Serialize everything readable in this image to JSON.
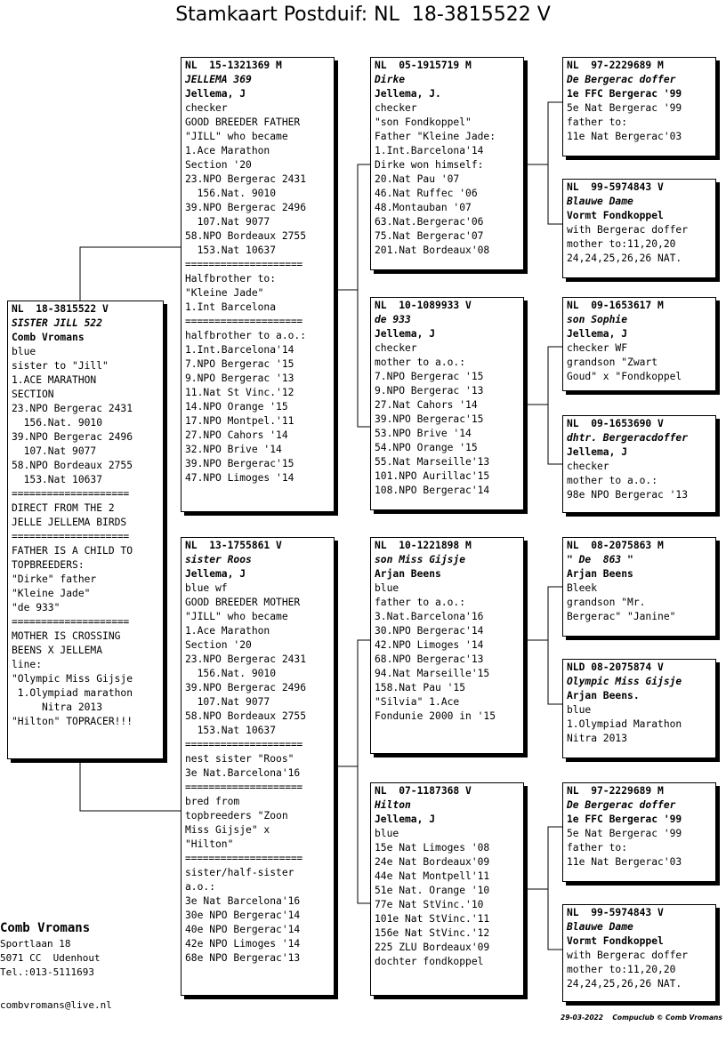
{
  "title": "Stamkaart Postduif: NL  18-3815522 V",
  "cards": {
    "subject": {
      "ring": "NL  18-3815522 V",
      "lines": [
        {
          "t": "SISTER JILL 522",
          "s": "bi"
        },
        {
          "t": "Comb Vromans",
          "s": "b"
        },
        {
          "t": "blue",
          "s": ""
        },
        {
          "t": "sister to \"Jill\"",
          "s": ""
        },
        {
          "t": "1.ACE MARATHON",
          "s": ""
        },
        {
          "t": "SECTION",
          "s": ""
        },
        {
          "t": "23.NPO Bergerac 2431",
          "s": ""
        },
        {
          "t": "  156.Nat. 9010",
          "s": ""
        },
        {
          "t": "39.NPO Bergerac 2496",
          "s": ""
        },
        {
          "t": "  107.Nat 9077",
          "s": ""
        },
        {
          "t": "58.NPO Bordeaux 2755",
          "s": ""
        },
        {
          "t": "  153.Nat 10637",
          "s": ""
        },
        {
          "t": "====================",
          "s": "sep"
        },
        {
          "t": "DIRECT FROM THE 2",
          "s": ""
        },
        {
          "t": "JELLE JELLEMA BIRDS",
          "s": ""
        },
        {
          "t": "====================",
          "s": "sep"
        },
        {
          "t": "FATHER IS A CHILD TO",
          "s": ""
        },
        {
          "t": "TOPBREEDERS:",
          "s": ""
        },
        {
          "t": "\"Dirke\" father",
          "s": ""
        },
        {
          "t": "\"Kleine Jade\"",
          "s": ""
        },
        {
          "t": "\"de 933\"",
          "s": ""
        },
        {
          "t": "====================",
          "s": "sep"
        },
        {
          "t": "MOTHER IS CROSSING",
          "s": ""
        },
        {
          "t": "BEENS X JELLEMA",
          "s": ""
        },
        {
          "t": "line:",
          "s": ""
        },
        {
          "t": "\"Olympic Miss Gijsje",
          "s": ""
        },
        {
          "t": " 1.Olympiad marathon",
          "s": ""
        },
        {
          "t": "     Nitra 2013",
          "s": ""
        },
        {
          "t": "\"Hilton\" TOPRACER!!!",
          "s": ""
        }
      ]
    },
    "father": {
      "ring": "NL  15-1321369 M",
      "lines": [
        {
          "t": "JELLEMA 369",
          "s": "bi"
        },
        {
          "t": "Jellema, J",
          "s": "b"
        },
        {
          "t": "checker",
          "s": ""
        },
        {
          "t": "GOOD BREEDER FATHER",
          "s": ""
        },
        {
          "t": "\"JILL\" who became",
          "s": ""
        },
        {
          "t": "1.Ace Marathon",
          "s": ""
        },
        {
          "t": "Section '20",
          "s": ""
        },
        {
          "t": "23.NPO Bergerac 2431",
          "s": ""
        },
        {
          "t": "  156.Nat. 9010",
          "s": ""
        },
        {
          "t": "39.NPO Bergerac 2496",
          "s": ""
        },
        {
          "t": "  107.Nat 9077",
          "s": ""
        },
        {
          "t": "58.NPO Bordeaux 2755",
          "s": ""
        },
        {
          "t": "  153.Nat 10637",
          "s": ""
        },
        {
          "t": "====================",
          "s": "sep"
        },
        {
          "t": "Halfbrother to:",
          "s": ""
        },
        {
          "t": "\"Kleine Jade\"",
          "s": ""
        },
        {
          "t": "1.Int Barcelona",
          "s": ""
        },
        {
          "t": "====================",
          "s": "sep"
        },
        {
          "t": "halfbrother to a.o.:",
          "s": ""
        },
        {
          "t": "1.Int.Barcelona'14",
          "s": ""
        },
        {
          "t": "7.NPO Bergerac '15",
          "s": ""
        },
        {
          "t": "9.NPO Bergerac '13",
          "s": ""
        },
        {
          "t": "11.Nat St Vinc.'12",
          "s": ""
        },
        {
          "t": "14.NPO Orange '15",
          "s": ""
        },
        {
          "t": "17.NPO Montpel.'11",
          "s": ""
        },
        {
          "t": "27.NPO Cahors '14",
          "s": ""
        },
        {
          "t": "32.NPO Brive '14",
          "s": ""
        },
        {
          "t": "39.NPO Bergerac'15",
          "s": ""
        },
        {
          "t": "47.NPO Limoges '14",
          "s": ""
        }
      ]
    },
    "mother": {
      "ring": "NL  13-1755861 V",
      "lines": [
        {
          "t": "sister Roos",
          "s": "bi"
        },
        {
          "t": "Jellema, J",
          "s": "b"
        },
        {
          "t": "blue wf",
          "s": ""
        },
        {
          "t": "GOOD BREEDER MOTHER",
          "s": ""
        },
        {
          "t": "\"JILL\" who became",
          "s": ""
        },
        {
          "t": "1.Ace Marathon",
          "s": ""
        },
        {
          "t": "Section '20",
          "s": ""
        },
        {
          "t": "23.NPO Bergerac 2431",
          "s": ""
        },
        {
          "t": "  156.Nat. 9010",
          "s": ""
        },
        {
          "t": "39.NPO Bergerac 2496",
          "s": ""
        },
        {
          "t": "  107.Nat 9077",
          "s": ""
        },
        {
          "t": "58.NPO Bordeaux 2755",
          "s": ""
        },
        {
          "t": "  153.Nat 10637",
          "s": ""
        },
        {
          "t": "====================",
          "s": "sep"
        },
        {
          "t": "nest sister \"Roos\"",
          "s": ""
        },
        {
          "t": "3e Nat.Barcelona'16",
          "s": ""
        },
        {
          "t": "====================",
          "s": "sep"
        },
        {
          "t": "bred from",
          "s": ""
        },
        {
          "t": "topbreeders \"Zoon",
          "s": ""
        },
        {
          "t": "Miss Gijsje\" x",
          "s": ""
        },
        {
          "t": "\"Hilton\"",
          "s": ""
        },
        {
          "t": "====================",
          "s": "sep"
        },
        {
          "t": "sister/half-sister",
          "s": ""
        },
        {
          "t": "a.o.:",
          "s": ""
        },
        {
          "t": "3e Nat Barcelona'16",
          "s": ""
        },
        {
          "t": "30e NPO Bergerac'14",
          "s": ""
        },
        {
          "t": "40e NPO Bergerac'14",
          "s": ""
        },
        {
          "t": "42e NPO Limoges '14",
          "s": ""
        },
        {
          "t": "68e NPO Bergerac'13",
          "s": ""
        }
      ]
    },
    "ff": {
      "ring": "NL  05-1915719 M",
      "lines": [
        {
          "t": "Dirke",
          "s": "bi"
        },
        {
          "t": "Jellema, J.",
          "s": "b"
        },
        {
          "t": "checker",
          "s": ""
        },
        {
          "t": "\"son Fondkoppel\"",
          "s": ""
        },
        {
          "t": "Father \"Kleine Jade:",
          "s": ""
        },
        {
          "t": "1.Int.Barcelona'14",
          "s": ""
        },
        {
          "t": "Dirke won himself:",
          "s": ""
        },
        {
          "t": "20.Nat Pau '07",
          "s": ""
        },
        {
          "t": "46.Nat Ruffec '06",
          "s": ""
        },
        {
          "t": "48.Montauban '07",
          "s": ""
        },
        {
          "t": "63.Nat.Bergerac'06",
          "s": ""
        },
        {
          "t": "75.Nat Bergerac'07",
          "s": ""
        },
        {
          "t": "201.Nat Bordeaux'08",
          "s": ""
        }
      ]
    },
    "fm": {
      "ring": "NL  10-1089933 V",
      "lines": [
        {
          "t": "de 933",
          "s": "bi"
        },
        {
          "t": "Jellema, J",
          "s": "b"
        },
        {
          "t": "checker",
          "s": ""
        },
        {
          "t": "mother to a.o.:",
          "s": ""
        },
        {
          "t": "7.NPO Bergerac '15",
          "s": ""
        },
        {
          "t": "9.NPO Bergerac '13",
          "s": ""
        },
        {
          "t": "27.Nat Cahors '14",
          "s": ""
        },
        {
          "t": "39.NPO Bergerac'15",
          "s": ""
        },
        {
          "t": "53.NPO Brive '14",
          "s": ""
        },
        {
          "t": "54.NPO Orange '15",
          "s": ""
        },
        {
          "t": "55.Nat Marseille'13",
          "s": ""
        },
        {
          "t": "101.NPO Aurillac'15",
          "s": ""
        },
        {
          "t": "108.NPO Bergerac'14",
          "s": ""
        }
      ]
    },
    "mf": {
      "ring": "NL  10-1221898 M",
      "lines": [
        {
          "t": "son Miss Gijsje",
          "s": "bi"
        },
        {
          "t": "Arjan Beens",
          "s": "b"
        },
        {
          "t": "blue",
          "s": ""
        },
        {
          "t": "father to a.o.:",
          "s": ""
        },
        {
          "t": "3.Nat.Barcelona'16",
          "s": ""
        },
        {
          "t": "30.NPO Bergerac'14",
          "s": ""
        },
        {
          "t": "42.NPO Limoges '14",
          "s": ""
        },
        {
          "t": "68.NPO Bergerac'13",
          "s": ""
        },
        {
          "t": "94.Nat Marseille'15",
          "s": ""
        },
        {
          "t": "158.Nat Pau '15",
          "s": ""
        },
        {
          "t": "\"Silvia\" 1.Ace",
          "s": ""
        },
        {
          "t": "Fondunie 2000 in '15",
          "s": ""
        }
      ]
    },
    "mm": {
      "ring": "NL  07-1187368 V",
      "lines": [
        {
          "t": "Hilton",
          "s": "bi"
        },
        {
          "t": "Jellema, J",
          "s": "b"
        },
        {
          "t": "blue",
          "s": ""
        },
        {
          "t": "15e Nat Limoges '08",
          "s": ""
        },
        {
          "t": "24e Nat Bordeaux'09",
          "s": ""
        },
        {
          "t": "44e Nat Montpell'11",
          "s": ""
        },
        {
          "t": "51e Nat. Orange '10",
          "s": ""
        },
        {
          "t": "77e Nat StVinc.'10",
          "s": ""
        },
        {
          "t": "101e Nat StVinc.'11",
          "s": ""
        },
        {
          "t": "156e Nat StVinc.'12",
          "s": ""
        },
        {
          "t": "225 ZLU Bordeaux'09",
          "s": ""
        },
        {
          "t": "dochter fondkoppel",
          "s": ""
        }
      ]
    },
    "fff": {
      "ring": "NL  97-2229689 M",
      "lines": [
        {
          "t": "De Bergerac doffer",
          "s": "bi"
        },
        {
          "t": "1e FFC Bergerac '99",
          "s": "b"
        },
        {
          "t": "5e Nat Bergerac '99",
          "s": ""
        },
        {
          "t": "father to:",
          "s": ""
        },
        {
          "t": "11e Nat Bergerac'03",
          "s": ""
        }
      ]
    },
    "ffm": {
      "ring": "NL  99-5974843 V",
      "lines": [
        {
          "t": "Blauwe Dame",
          "s": "bi"
        },
        {
          "t": "Vormt Fondkoppel",
          "s": "b"
        },
        {
          "t": "with Bergerac doffer",
          "s": ""
        },
        {
          "t": "mother to:11,20,20",
          "s": ""
        },
        {
          "t": "24,24,25,26,26 NAT.",
          "s": ""
        }
      ]
    },
    "fmf": {
      "ring": "NL  09-1653617 M",
      "lines": [
        {
          "t": "son Sophie",
          "s": "bi"
        },
        {
          "t": "Jellema, J",
          "s": "b"
        },
        {
          "t": "checker WF",
          "s": ""
        },
        {
          "t": "grandson \"Zwart",
          "s": ""
        },
        {
          "t": "Goud\" x \"Fondkoppel",
          "s": ""
        }
      ]
    },
    "fmm": {
      "ring": "NL  09-1653690 V",
      "lines": [
        {
          "t": "dhtr. Bergeracdoffer",
          "s": "bi"
        },
        {
          "t": "Jellema, J",
          "s": "b"
        },
        {
          "t": "checker",
          "s": ""
        },
        {
          "t": "mother to a.o.:",
          "s": ""
        },
        {
          "t": "98e NPO Bergerac '13",
          "s": ""
        }
      ]
    },
    "mff": {
      "ring": "NL  08-2075863 M",
      "lines": [
        {
          "t": "\" De  863 \"",
          "s": "bi"
        },
        {
          "t": "Arjan Beens",
          "s": "b"
        },
        {
          "t": "Bleek",
          "s": ""
        },
        {
          "t": "grandson \"Mr.",
          "s": ""
        },
        {
          "t": "Bergerac\" \"Janine\"",
          "s": ""
        }
      ]
    },
    "mfm": {
      "ring": "NLD 08-2075874 V",
      "lines": [
        {
          "t": "Olympic Miss Gijsje",
          "s": "bi"
        },
        {
          "t": "Arjan Beens.",
          "s": "b"
        },
        {
          "t": "blue",
          "s": ""
        },
        {
          "t": "1.Olympiad Marathon",
          "s": ""
        },
        {
          "t": "Nitra 2013",
          "s": ""
        }
      ]
    },
    "mmf": {
      "ring": "NL  97-2229689 M",
      "lines": [
        {
          "t": "De Bergerac doffer",
          "s": "bi"
        },
        {
          "t": "1e FFC Bergerac '99",
          "s": "b"
        },
        {
          "t": "5e Nat Bergerac '99",
          "s": ""
        },
        {
          "t": "father to:",
          "s": ""
        },
        {
          "t": "11e Nat Bergerac'03",
          "s": ""
        }
      ]
    },
    "mmm": {
      "ring": "NL  99-5974843 V",
      "lines": [
        {
          "t": "Blauwe Dame",
          "s": "bi"
        },
        {
          "t": "Vormt Fondkoppel",
          "s": "b"
        },
        {
          "t": "with Bergerac doffer",
          "s": ""
        },
        {
          "t": "mother to:11,20,20",
          "s": ""
        },
        {
          "t": "24,24,25,26,26 NAT.",
          "s": ""
        }
      ]
    }
  },
  "owner": {
    "name": "Comb Vromans",
    "lines": [
      "Sportlaan 18",
      "5071 CC  Udenhout",
      "Tel.:013-5111693"
    ],
    "email": "combvromans@live.nl"
  },
  "footer": "29-03-2022    Compuclub © Comb Vromans"
}
